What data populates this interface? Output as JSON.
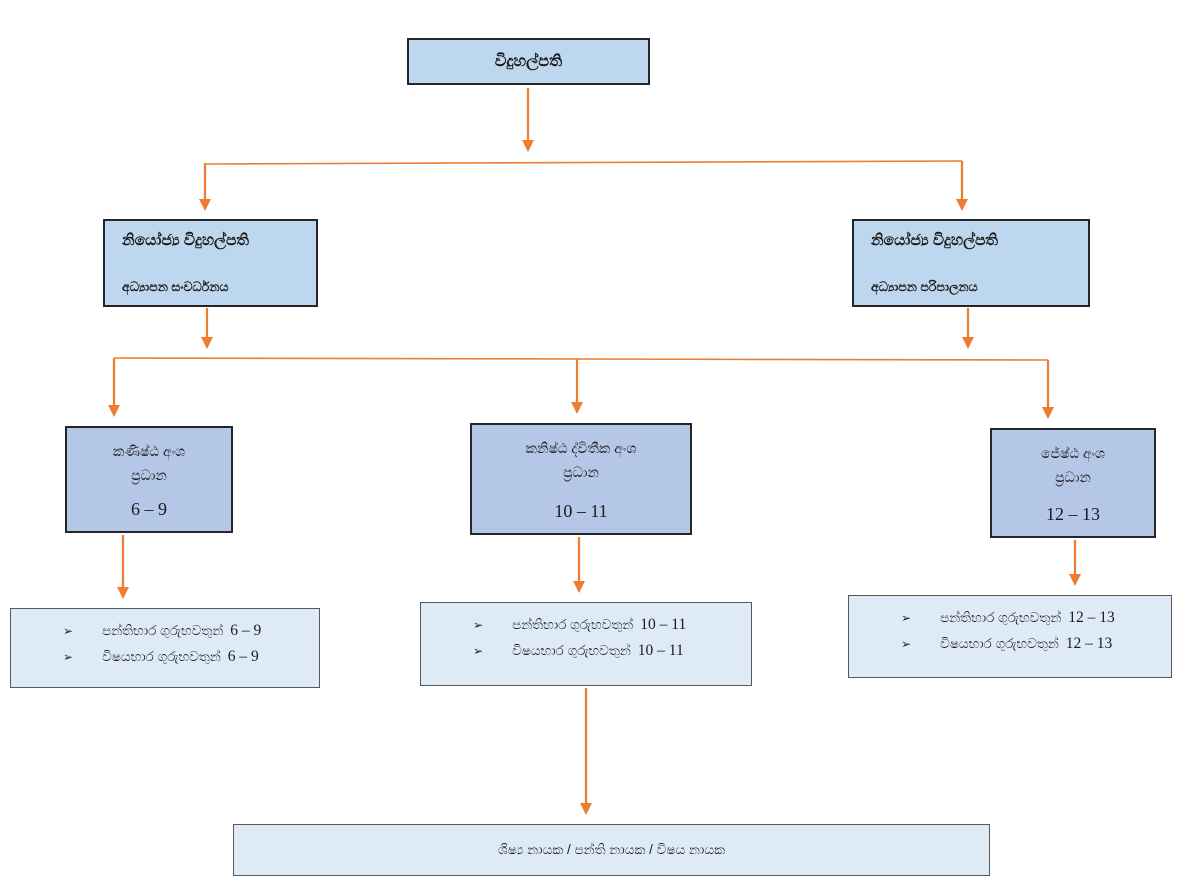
{
  "diagram": {
    "bullet": "➢",
    "principal": {
      "label": "විදුහල්පති"
    },
    "deputies": [
      {
        "title": "නියෝජ්‍ය විදුහල්පති",
        "subtitle": "අධ්‍යාපන සංවර්ධනය"
      },
      {
        "title": "නියෝජ්‍ය විදුහල්පති",
        "subtitle": "අධ්‍යාපන පරිපාලනය"
      }
    ],
    "sections": [
      {
        "line1": "කණිෂ්ඨ අංශ",
        "line2": "ප්‍රධාන",
        "range": "6 – 9"
      },
      {
        "line1": "කනිෂ්ඨ ද්විතීක අංශ",
        "line2": "ප්‍රධාන",
        "range": "10 – 11"
      },
      {
        "line1": "ජේෂ්ඨ අංශ",
        "line2": "ප්‍රධාන",
        "range": "12 – 13"
      }
    ],
    "teacher_lists": [
      {
        "items": [
          {
            "text": "පන්තිභාර ගුරුභවතුන්",
            "range": "6 – 9"
          },
          {
            "text": "විෂයභාර ගුරුභවතුන්",
            "range": "6 – 9"
          }
        ]
      },
      {
        "items": [
          {
            "text": "පන්තිභාර ගුරුභවතුන්",
            "range": "10 – 11"
          },
          {
            "text": "විෂයභාර ගුරුභවතුන්",
            "range": "10 – 11"
          }
        ]
      },
      {
        "items": [
          {
            "text": "පන්තිභාර ගුරුභවතුන්",
            "range": "12 – 13"
          },
          {
            "text": "විෂයභාර ගුරුභවතුන්",
            "range": "12 – 13"
          }
        ]
      }
    ],
    "bottom_box": {
      "label": "ශිෂ්‍ය නායක / පන්ති නායක / විෂය නායක"
    },
    "colors": {
      "arrow": "#ED7D31",
      "box_fill_light": "#BDD7EE",
      "box_fill_medium": "#B4C7E7",
      "box_fill_pale": "#DEEBF7",
      "box_border_dark": "#262626",
      "box_border_gray": "#595959"
    }
  }
}
